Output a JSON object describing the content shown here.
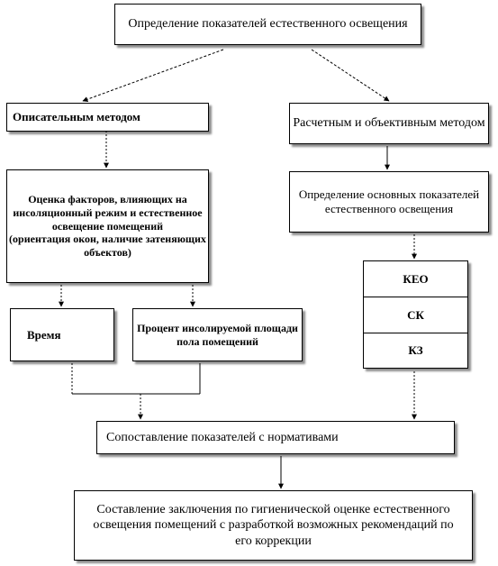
{
  "diagram": {
    "nodes": {
      "top": "Определение показателей естественного освещения",
      "descriptive": "Описательным методом",
      "calculated": "Расчетным и объективным методом",
      "factors_main": "Оценка факторов, влияющих на инсоляционный режим и естественное освещение помещений",
      "factors_note": "(ориентация окон, наличие затеняющих объектов)",
      "indicators": "Определение основных показателей естественного освещения",
      "time": "Время",
      "percent": "Процент инсолируемой площади пола помещений",
      "kbo": "КЕО",
      "sk": "СК",
      "kz": "КЗ",
      "compare": "Сопоставление показателей с нормативами",
      "conclusion": "Составление заключения по гигиенической оценке естественного освещения помещений с разработкой возможных рекомендаций по его коррекции"
    }
  }
}
